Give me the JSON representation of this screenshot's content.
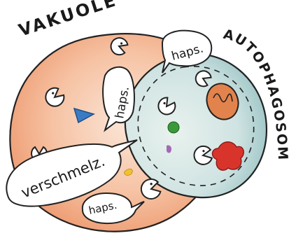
{
  "labels": {
    "vakuole": "VAKUOLE",
    "autophagosom": "AUTOPHAGOSOM"
  },
  "bubbles": {
    "top": "haps.",
    "middle": "haps.",
    "bottom": "haps.",
    "merge": "verschmelz."
  },
  "colors": {
    "vakuole_fill": "#f0a882",
    "vakuole_light": "#fbe3d4",
    "autophagosom_fill": "#cfe3e2",
    "autophagosom_dark": "#9ec7c8",
    "mitochondrion": "#e2834d",
    "red_blob": "#d9342c",
    "green_dot": "#3a9a3a",
    "blue_triangle": "#3a7cc4",
    "yellow_fragment": "#f2c12e",
    "purple_fragment": "#a26ab5",
    "outline": "#222222"
  }
}
